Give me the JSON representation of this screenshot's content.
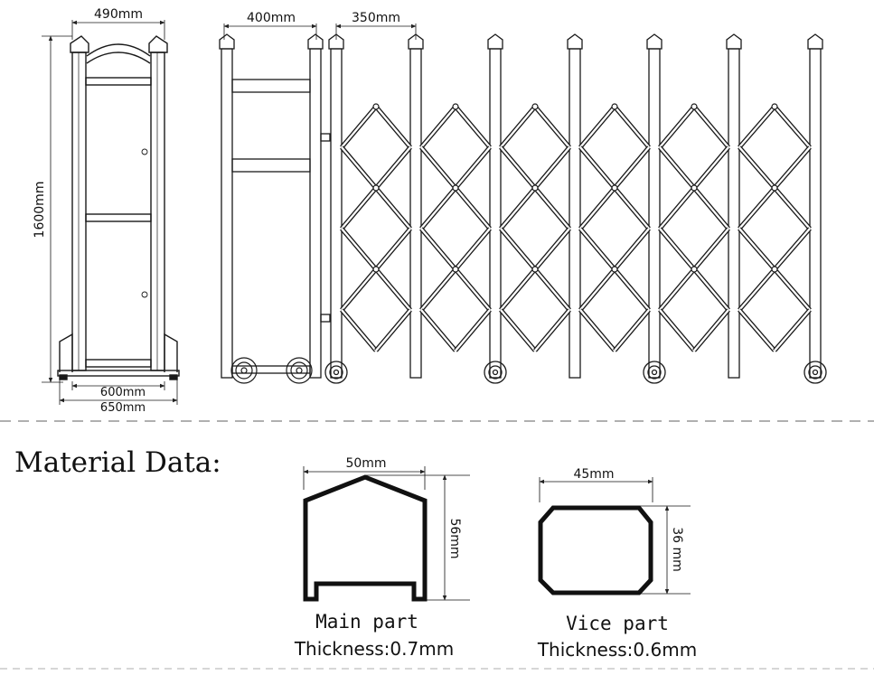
{
  "dimensions": {
    "side_width": "490mm",
    "side_height": "1600mm",
    "base_inner": "600mm",
    "base_outer": "650mm",
    "head_width": "400mm",
    "section_width": "350mm"
  },
  "material": {
    "heading": "Material Data:",
    "main_part": {
      "width": "50mm",
      "height": "56mm",
      "name": "Main part",
      "thickness": "Thickness:0.7mm"
    },
    "vice_part": {
      "width": "45mm",
      "height": "36 mm",
      "name": "Vice part",
      "thickness": "Thickness:0.6mm"
    }
  },
  "colors": {
    "line": "#1a1a1a",
    "dash": "#b0b0b0"
  }
}
